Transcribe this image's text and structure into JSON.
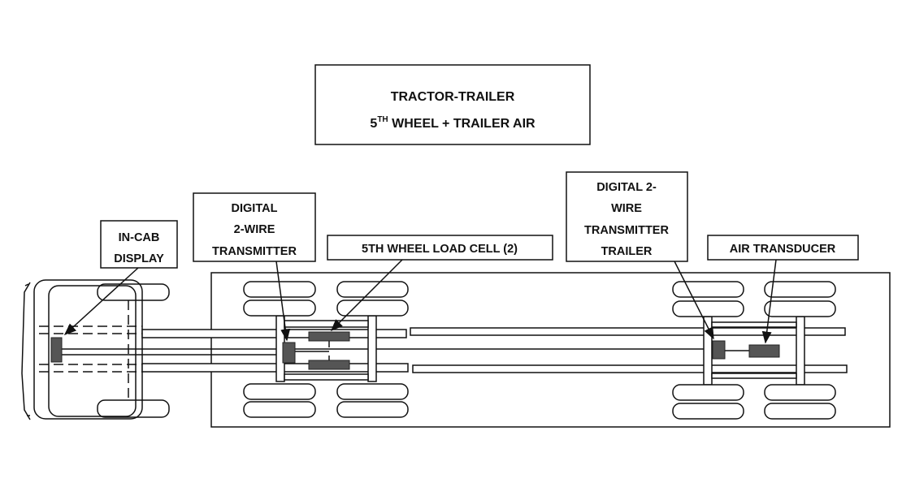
{
  "title": {
    "line1": "TRACTOR-TRAILER",
    "line2_pre": "5",
    "line2_sup": "TH",
    "line2_post": " WHEEL + TRAILER AIR"
  },
  "labels": {
    "in_cab_display": [
      "IN-CAB",
      "DISPLAY"
    ],
    "tractor_transmitter": [
      "DIGITAL",
      "2-WIRE",
      "TRANSMITTER"
    ],
    "load_cell": "5TH WHEEL LOAD CELL (2)",
    "trailer_transmitter": [
      "DIGITAL 2-",
      "WIRE",
      "TRANSMITTER",
      "TRAILER"
    ],
    "air_transducer": "AIR TRANSDUCER"
  }
}
